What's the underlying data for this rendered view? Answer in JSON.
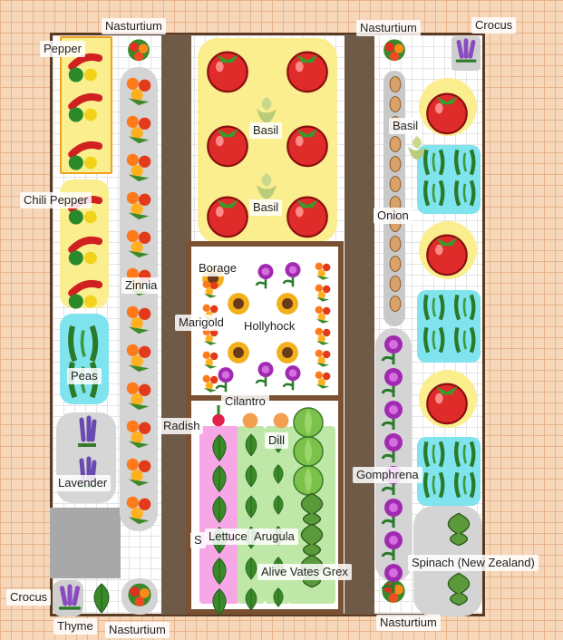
{
  "colors": {
    "ground": "#f6d7b9",
    "path": "#6e5a47",
    "wood": "#7a5233",
    "yellow_zone": "#fbee8f",
    "cyan_zone": "#7fe4ee",
    "pink_zone": "#f7a6e6",
    "grey_zone": "#cfcfcf",
    "green_zone": "#bfe8a8"
  },
  "labels": {
    "nasturtium_top_left": "Nasturtium",
    "pepper": "Pepper",
    "chili_pepper": "Chili Pepper",
    "zinnia": "Zinnia",
    "peas": "Peas",
    "lavender": "Lavender",
    "crocus_bottom_left": "Crocus",
    "thyme": "Thyme",
    "nasturtium_bottom_left": "Nasturtium",
    "basil_center_1": "Basil",
    "basil_center_2": "Basil",
    "borage": "Borage",
    "marigold": "Marigold",
    "hollyhock": "Hollyhock",
    "cilantro": "Cilantro",
    "radish": "Radish",
    "dill": "Dill",
    "s_label": "S",
    "lettuce": "Lettuce",
    "arugula": "Arugula",
    "alive_vates_grex": "Alive Vates Grex",
    "nasturtium_top_right": "Nasturtium",
    "crocus_top_right": "Crocus",
    "basil_right": "Basil",
    "onion": "Onion",
    "gomphrena": "Gomphrena",
    "spinach": "Spinach (New Zealand)",
    "nasturtium_bottom_right": "Nasturtium"
  }
}
